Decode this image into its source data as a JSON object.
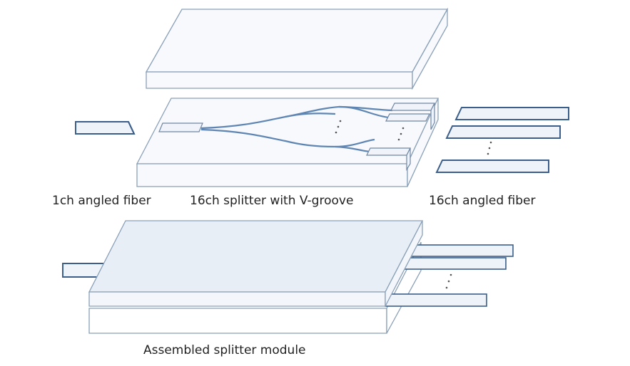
{
  "labels": {
    "one_ch_fiber": "1ch angled fiber",
    "splitter": "16ch splitter with V-groove",
    "sixteen_ch_fiber": "16ch angled fiber",
    "assembled": "Assembled splitter module"
  },
  "ellipsis": "· · ·",
  "colors": {
    "outline": "#8aa0b8",
    "plate_fill": "#eef3fa",
    "fiber_outline": "#3b5f8a",
    "waveguide": "#5f86b3",
    "lid_fill": "#e8eef6"
  }
}
